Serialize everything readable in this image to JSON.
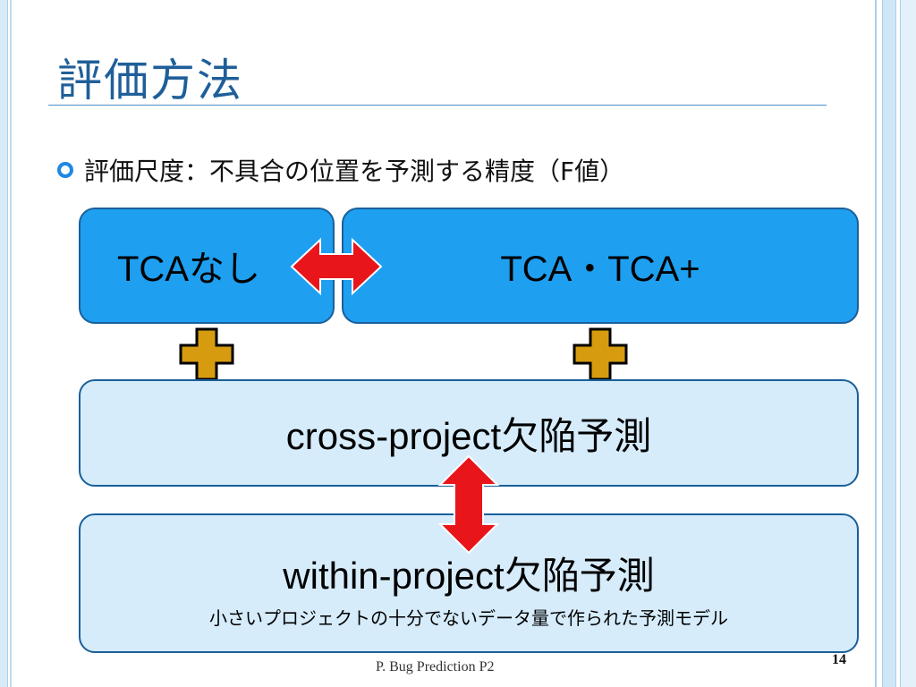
{
  "slide": {
    "title": "評価方法",
    "bullet": "評価尺度：不具合の位置を予測する精度（F値）",
    "box_no_tca": "TCAなし",
    "box_tca": "TCA・TCA+",
    "box_cross": "cross-project欠陥予測",
    "box_within": "within-project欠陥予測",
    "box_within_sub": "小さいプロジェクトの十分でないデータ量で作られた予測モデル",
    "footer": "P. Bug Prediction P2",
    "page_number": "14"
  },
  "colors": {
    "title": "#1f5f99",
    "box_dark_fill": "#1e9ff0",
    "box_light_fill": "#d6ecfb",
    "box_border": "#1b5f9a",
    "arrow_red": "#e8161b",
    "plus_gold": "#d69b0f"
  },
  "icons": {
    "bullet": "ring-bullet-icon",
    "plus": "plus-icon",
    "horizontal_arrow": "double-arrow-horizontal-icon",
    "vertical_arrow": "double-arrow-vertical-icon"
  }
}
